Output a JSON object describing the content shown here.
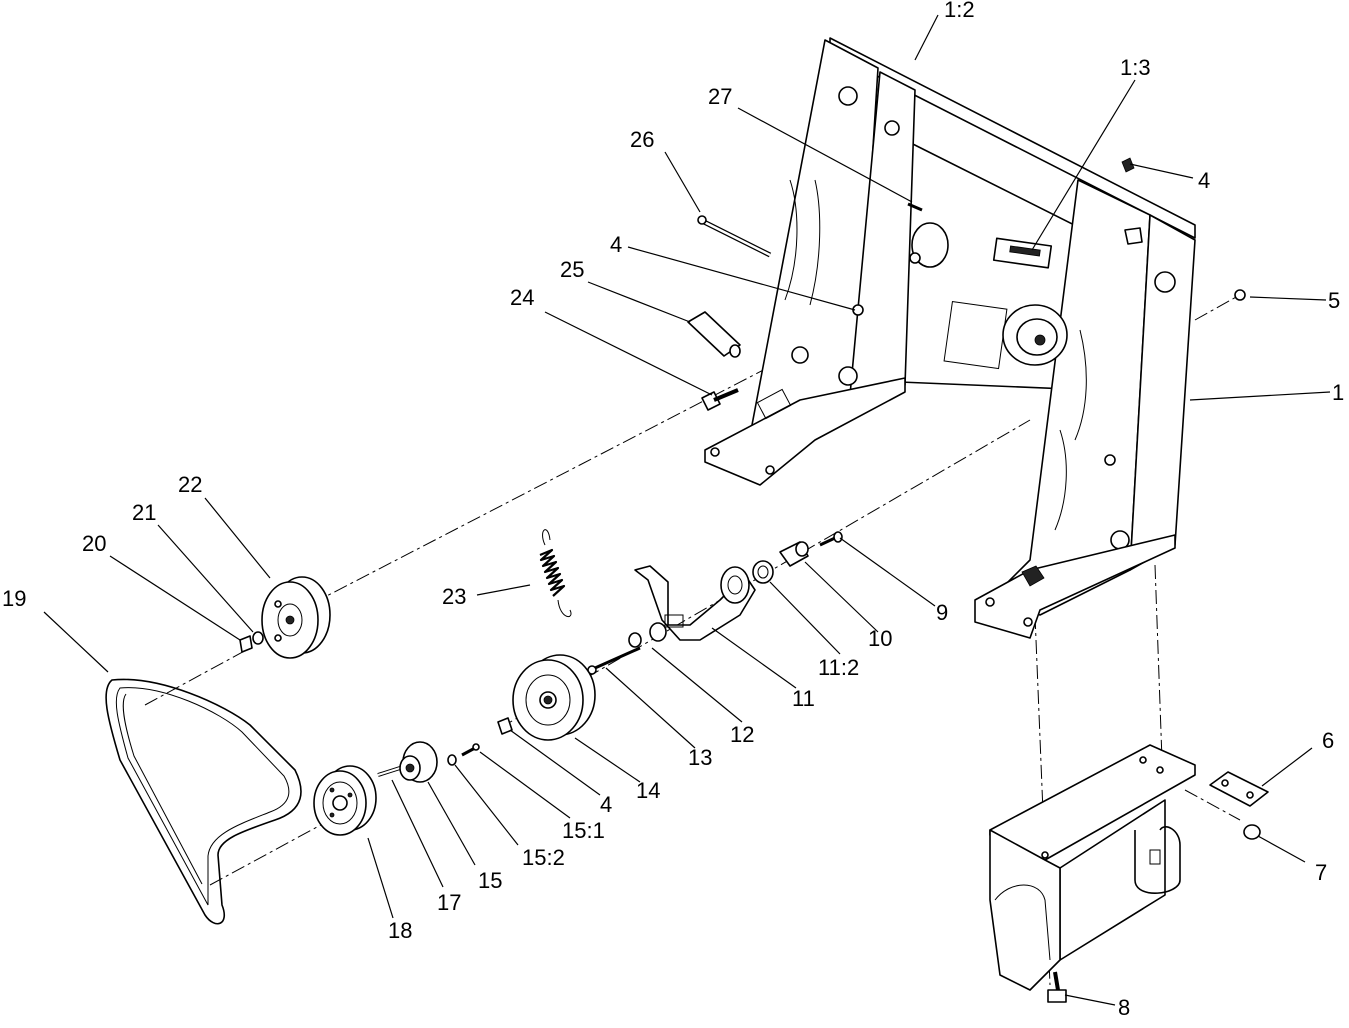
{
  "callouts": {
    "c1": "1",
    "c1_2": "1:2",
    "c1_3": "1:3",
    "c4a": "4",
    "c4b": "4",
    "c4c": "4",
    "c5": "5",
    "c6": "6",
    "c7": "7",
    "c8": "8",
    "c9": "9",
    "c10": "10",
    "c11": "11",
    "c11_2": "11:2",
    "c12": "12",
    "c13": "13",
    "c14": "14",
    "c15": "15",
    "c15_1": "15:1",
    "c15_2": "15:2",
    "c17": "17",
    "c18": "18",
    "c19": "19",
    "c20": "20",
    "c21": "21",
    "c22": "22",
    "c23": "23",
    "c24": "24",
    "c25": "25",
    "c26": "26",
    "c27": "27"
  }
}
